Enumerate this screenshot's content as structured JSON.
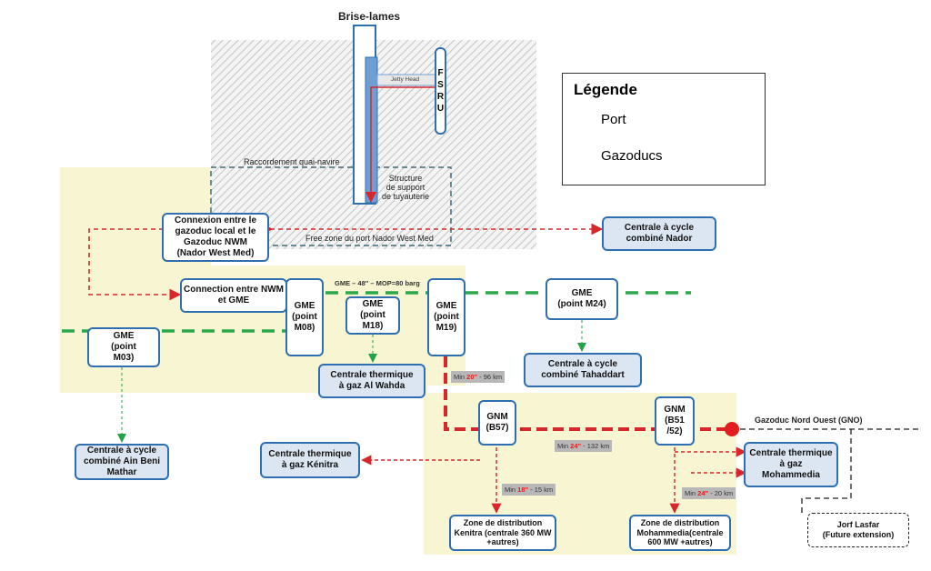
{
  "title": "Brise-lames",
  "legend": {
    "title": "Légende",
    "port": "Port",
    "gazoducs": "Gazoducs",
    "port_hatch_color": "#cfcfcf",
    "gazoduc_color": "#f8f6d2"
  },
  "fsru": [
    "F",
    "S",
    "R",
    "U"
  ],
  "labels": {
    "jetty_head": "Jetty Head",
    "raccordement": "Raccordement quai-navire",
    "structure": "Structure\nde support\nde tuyauterie",
    "free_zone": "Free zone du port Nador West Med",
    "gme_line": "GME – 48'' – MOP=80 barg",
    "gno": "Gazoduc Nord Ouest (GNO)"
  },
  "segments": {
    "m19": {
      "prefix": "Min ",
      "diam": "20''",
      "suffix": " - 96 km"
    },
    "gno_main": {
      "prefix": "Min ",
      "diam": "24''",
      "suffix": " - 132 km"
    },
    "kenitra": {
      "prefix": "Min ",
      "diam": "18''",
      "suffix": " - 15 km"
    },
    "mohammedia": {
      "prefix": "Min ",
      "diam": "24''",
      "suffix": " - 20 km"
    }
  },
  "nodes": {
    "connexion_local": "Connexion entre le gazoduc local et le Gazoduc NWM\n(Nador West Med)",
    "centrale_nador": "Centrale à cycle\ncombiné Nador",
    "connection_nwm_gme": "Connection entre NWM\net GME",
    "gme_m08": "GME\n(point\nM08)",
    "gme_m18": "GME\n(point M18)",
    "gme_m19": "GME\n(point\nM19)",
    "gme_m24": "GME\n(point M24)",
    "gme_m03": "GME\n(point\nM03)",
    "al_wahda": "Centrale thermique\nà gaz Al Wahda",
    "tahaddart": "Centrale à cycle\ncombiné Tahaddart",
    "ain_beni": "Centrale à cycle\ncombiné Ain Beni\nMathar",
    "gnm_b57": "GNM\n(B57)",
    "gnm_b51": "GNM\n(B51\n/52)",
    "kenitra_thermique": "Centrale thermique\nà gaz Kénitra",
    "mohammedia_thermique": "Centrale thermique\nà gaz\nMohammedia",
    "zone_kenitra": "Zone de distribution\nKenitra (centrale 360 MW\n+autres)",
    "zone_mohammedia": "Zone de distribution\nMohammedia(centrale\n600 MW +autres)",
    "jorf_lasfar": "Jorf Lasfar\n(Future extension)"
  },
  "colors": {
    "node_border": "#2f6fb0",
    "node_fill_blue": "#dce6f2",
    "red_line": "#d9262a",
    "green_line": "#22a34a",
    "gme_line_dash": "#2aa84a"
  }
}
